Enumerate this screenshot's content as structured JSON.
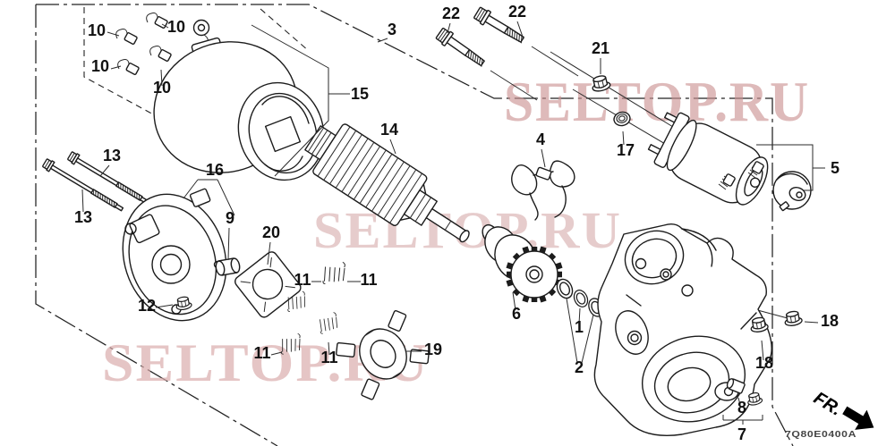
{
  "diagram_title": "starter-motor-exploded-parts-diagram",
  "watermarks": [
    {
      "text": "SELTOP.RU",
      "color": "#c98f8f"
    },
    {
      "text": "SELTOP.RU",
      "color": "#dcb9b9"
    },
    {
      "text": "SELTOP.RU",
      "color": "#d8aaaa"
    }
  ],
  "footer": {
    "part_code": "7Q80E0400A",
    "fr_label": "FR."
  },
  "callouts": [
    {
      "id": "10-1",
      "text": "10"
    },
    {
      "id": "10-2",
      "text": "10"
    },
    {
      "id": "10-3",
      "text": "10"
    },
    {
      "id": "10-4",
      "text": "10"
    },
    {
      "id": "3",
      "text": "3"
    },
    {
      "id": "22-1",
      "text": "22"
    },
    {
      "id": "22-2",
      "text": "22"
    },
    {
      "id": "21",
      "text": "21"
    },
    {
      "id": "15",
      "text": "15"
    },
    {
      "id": "14",
      "text": "14"
    },
    {
      "id": "4",
      "text": "4"
    },
    {
      "id": "17",
      "text": "17"
    },
    {
      "id": "5",
      "text": "5"
    },
    {
      "id": "13-1",
      "text": "13"
    },
    {
      "id": "13-2",
      "text": "13"
    },
    {
      "id": "16",
      "text": "16"
    },
    {
      "id": "9",
      "text": "9"
    },
    {
      "id": "20",
      "text": "20"
    },
    {
      "id": "12",
      "text": "12"
    },
    {
      "id": "11-1",
      "text": "11"
    },
    {
      "id": "11-2",
      "text": "11"
    },
    {
      "id": "11-3",
      "text": "11"
    },
    {
      "id": "11-4",
      "text": "11"
    },
    {
      "id": "19",
      "text": "19"
    },
    {
      "id": "6",
      "text": "6"
    },
    {
      "id": "1",
      "text": "1"
    },
    {
      "id": "2",
      "text": "2"
    },
    {
      "id": "18-1",
      "text": "18"
    },
    {
      "id": "18-2",
      "text": "18"
    },
    {
      "id": "8",
      "text": "8"
    },
    {
      "id": "7",
      "text": "7"
    }
  ]
}
